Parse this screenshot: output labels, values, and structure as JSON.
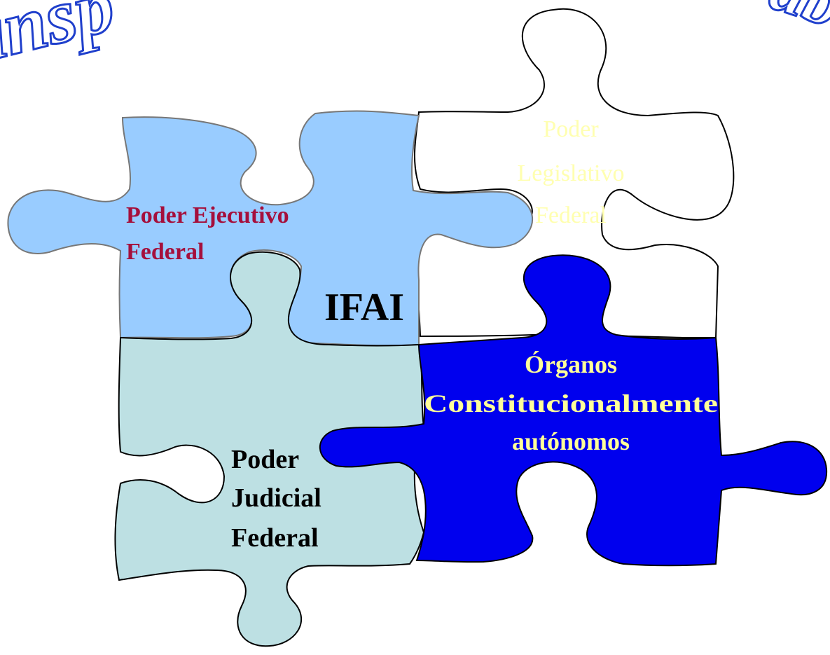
{
  "header_fragments": {
    "left": "Transp",
    "right": "ab"
  },
  "pieces": {
    "ejecutivo": {
      "lines": [
        "Poder Ejecutivo",
        "Federal"
      ],
      "fill": "#99ccff",
      "text_color": "#a50f3c"
    },
    "legislativo": {
      "lines": [
        "Poder",
        "Legislativo",
        "Federal"
      ],
      "fill": "#ffffff",
      "text_color": "#ffffb0"
    },
    "judicial": {
      "lines": [
        "Poder",
        "Judicial",
        "Federal"
      ],
      "fill": "#bde0e3",
      "text_color": "#000000"
    },
    "autonomos": {
      "lines": [
        "Órganos",
        "Constitucionalmente",
        "autónomos"
      ],
      "fill": "#0000ee",
      "text_color": "#ffff99"
    }
  },
  "center_label": "IFAI",
  "colors": {
    "outline_dark": "#000000",
    "outline_grey": "#777777",
    "header_fill": "#ffffff",
    "header_stroke": "#1f3fcc"
  }
}
